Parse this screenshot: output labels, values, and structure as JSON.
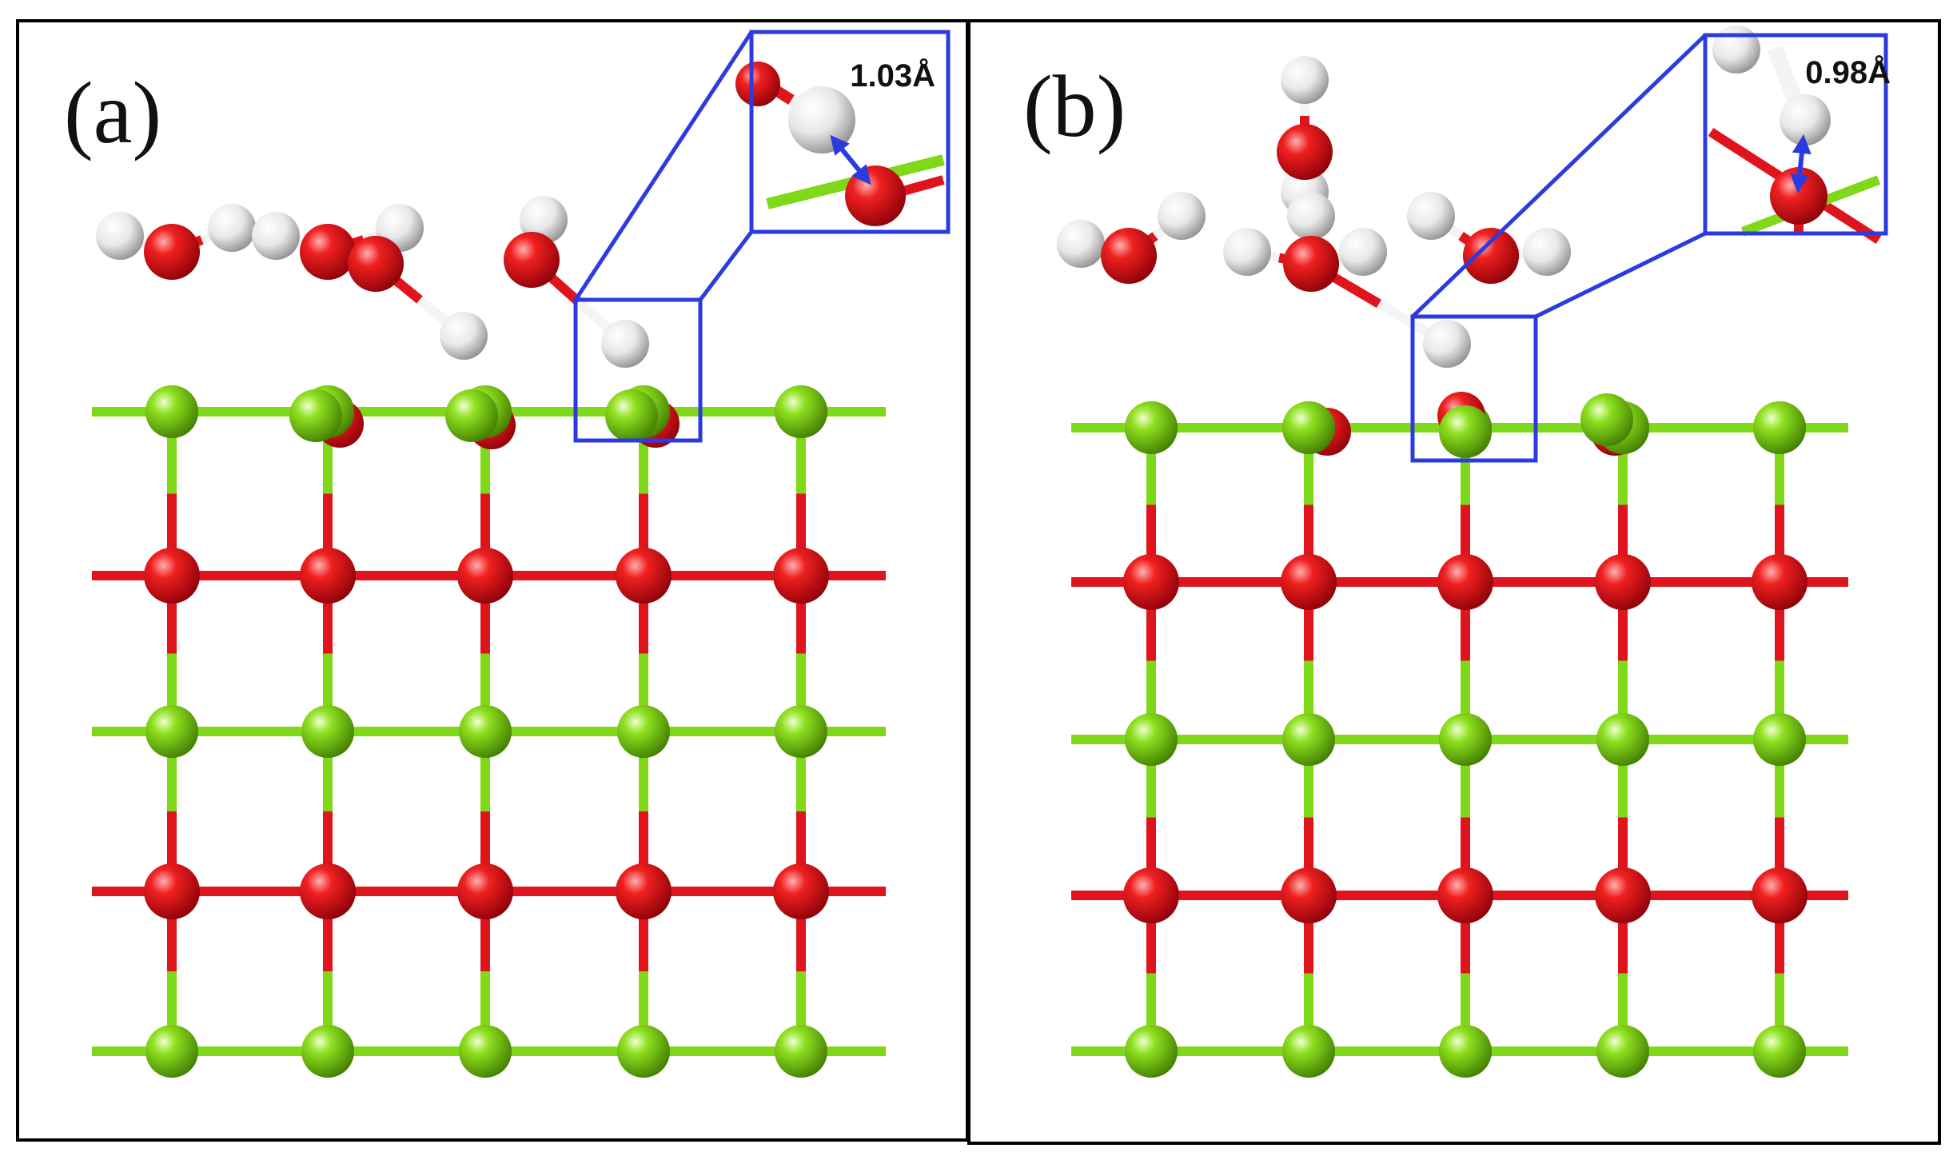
{
  "panels": [
    {
      "label": "(a)",
      "bond_length": "1.03Å"
    },
    {
      "label": "(b)",
      "bond_length": "0.98Å"
    }
  ],
  "colors": {
    "oxygen": "#e0141c",
    "magnesium": "#7fd818",
    "hydrogen": "#ffffff",
    "highlight_box": "#2b3be0",
    "frame": "#000000"
  },
  "icons": {
    "distance_arrow": "double-headed-arrow-icon"
  }
}
